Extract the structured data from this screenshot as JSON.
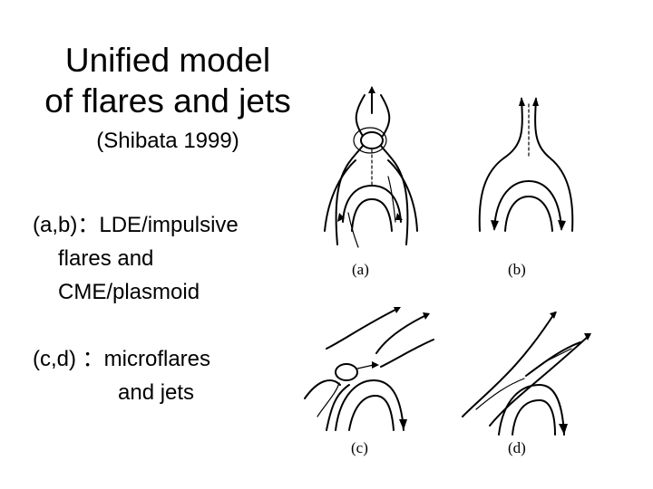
{
  "title": {
    "line1": "Unified model",
    "line2": "of flares and jets"
  },
  "subtitle": "(Shibata 1999)",
  "descriptions": [
    {
      "key": "(a,b)：",
      "lines": [
        "LDE/impulsive",
        "flares and",
        "CME/plasmoid"
      ]
    },
    {
      "key": "(c,d) ：",
      "lines": [
        "microflares",
        "and jets"
      ]
    }
  ],
  "panels": [
    {
      "label": "(a)",
      "type": "loop with plasmoid"
    },
    {
      "label": "(b)",
      "type": "loop with vertical current sheet"
    },
    {
      "label": "(c)",
      "type": "inclined loop with plasmoid"
    },
    {
      "label": "(d)",
      "type": "inclined loop with jet"
    }
  ]
}
